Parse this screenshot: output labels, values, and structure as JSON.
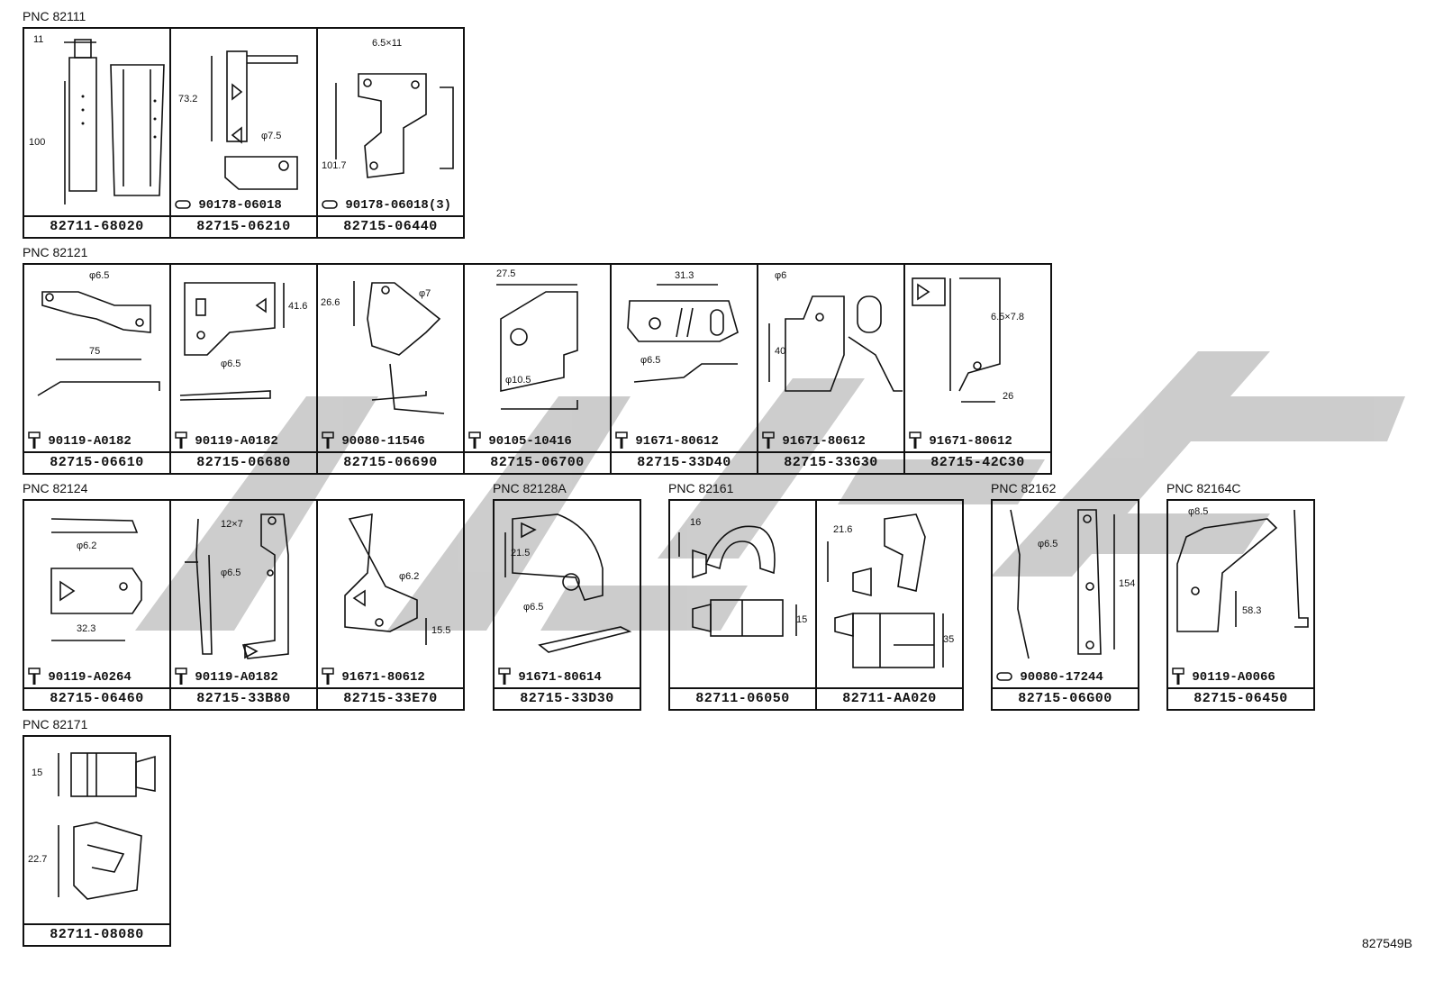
{
  "groups": [
    {
      "pnc": "PNC 82111",
      "cells": [
        {
          "part": "82711-68020",
          "dims": [
            "11",
            "100"
          ]
        },
        {
          "part": "82715-06210",
          "fastener": "90178-06018",
          "fastener_icon": "nut-icon",
          "dims": [
            "73.2",
            "φ7.5"
          ]
        },
        {
          "part": "82715-06440",
          "fastener": "90178-06018(3)",
          "fastener_icon": "nut-icon",
          "dims": [
            "6.5×11",
            "101.7"
          ]
        }
      ]
    },
    {
      "pnc": "PNC 82121",
      "cells": [
        {
          "part": "82715-06610",
          "fastener": "90119-A0182",
          "fastener_icon": "bolt-icon",
          "dims": [
            "φ6.5",
            "75"
          ]
        },
        {
          "part": "82715-06680",
          "fastener": "90119-A0182",
          "fastener_icon": "bolt-icon",
          "dims": [
            "41.6",
            "φ6.5"
          ]
        },
        {
          "part": "82715-06690",
          "fastener": "90080-11546",
          "fastener_icon": "bolt-icon",
          "dims": [
            "26.6",
            "φ7"
          ]
        },
        {
          "part": "82715-06700",
          "fastener": "90105-10416",
          "fastener_icon": "bolt-icon",
          "dims": [
            "27.5",
            "φ10.5"
          ]
        },
        {
          "part": "82715-33D40",
          "fastener": "91671-80612",
          "fastener_icon": "bolt-icon",
          "dims": [
            "31.3",
            "φ6.5"
          ]
        },
        {
          "part": "82715-33G30",
          "fastener": "91671-80612",
          "fastener_icon": "bolt-icon",
          "dims": [
            "φ6",
            "40"
          ]
        },
        {
          "part": "82715-42C30",
          "fastener": "91671-80612",
          "fastener_icon": "bolt-icon",
          "dims": [
            "6.5×7.8",
            "26"
          ]
        }
      ]
    },
    {
      "pnc": "PNC 82124",
      "cells": [
        {
          "part": "82715-06460",
          "fastener": "90119-A0264",
          "fastener_icon": "bolt-icon",
          "dims": [
            "φ6.2",
            "32.3"
          ]
        },
        {
          "part": "82715-33B80",
          "fastener": "90119-A0182",
          "fastener_icon": "bolt-icon",
          "dims": [
            "12×7",
            "φ6.5"
          ]
        },
        {
          "part": "82715-33E70",
          "fastener": "91671-80612",
          "fastener_icon": "bolt-icon",
          "dims": [
            "φ6.2",
            "15.5"
          ]
        }
      ]
    },
    {
      "pnc": "PNC 82128A",
      "cells": [
        {
          "part": "82715-33D30",
          "fastener": "91671-80614",
          "fastener_icon": "bolt-icon",
          "dims": [
            "21.5",
            "φ6.5"
          ]
        }
      ]
    },
    {
      "pnc": "PNC 82161",
      "cells": [
        {
          "part": "82711-06050",
          "dims": [
            "16",
            "15"
          ]
        },
        {
          "part": "82711-AA020",
          "dims": [
            "21.6",
            "35"
          ]
        }
      ]
    },
    {
      "pnc": "PNC 82162",
      "cells": [
        {
          "part": "82715-06G00",
          "fastener": "90080-17244",
          "fastener_icon": "nut-icon",
          "dims": [
            "φ6.5",
            "154"
          ]
        }
      ]
    },
    {
      "pnc": "PNC 82164C",
      "cells": [
        {
          "part": "82715-06450",
          "fastener": "90119-A0066",
          "fastener_icon": "bolt-icon",
          "dims": [
            "φ8.5",
            "58.3"
          ]
        }
      ]
    },
    {
      "pnc": "PNC 82171",
      "cells": [
        {
          "part": "82711-08080",
          "dims": [
            "15",
            "22.7"
          ]
        }
      ]
    }
  ],
  "reference": "827549B",
  "colors": {
    "line": "#111111",
    "watermark": "#c8c8c8"
  }
}
